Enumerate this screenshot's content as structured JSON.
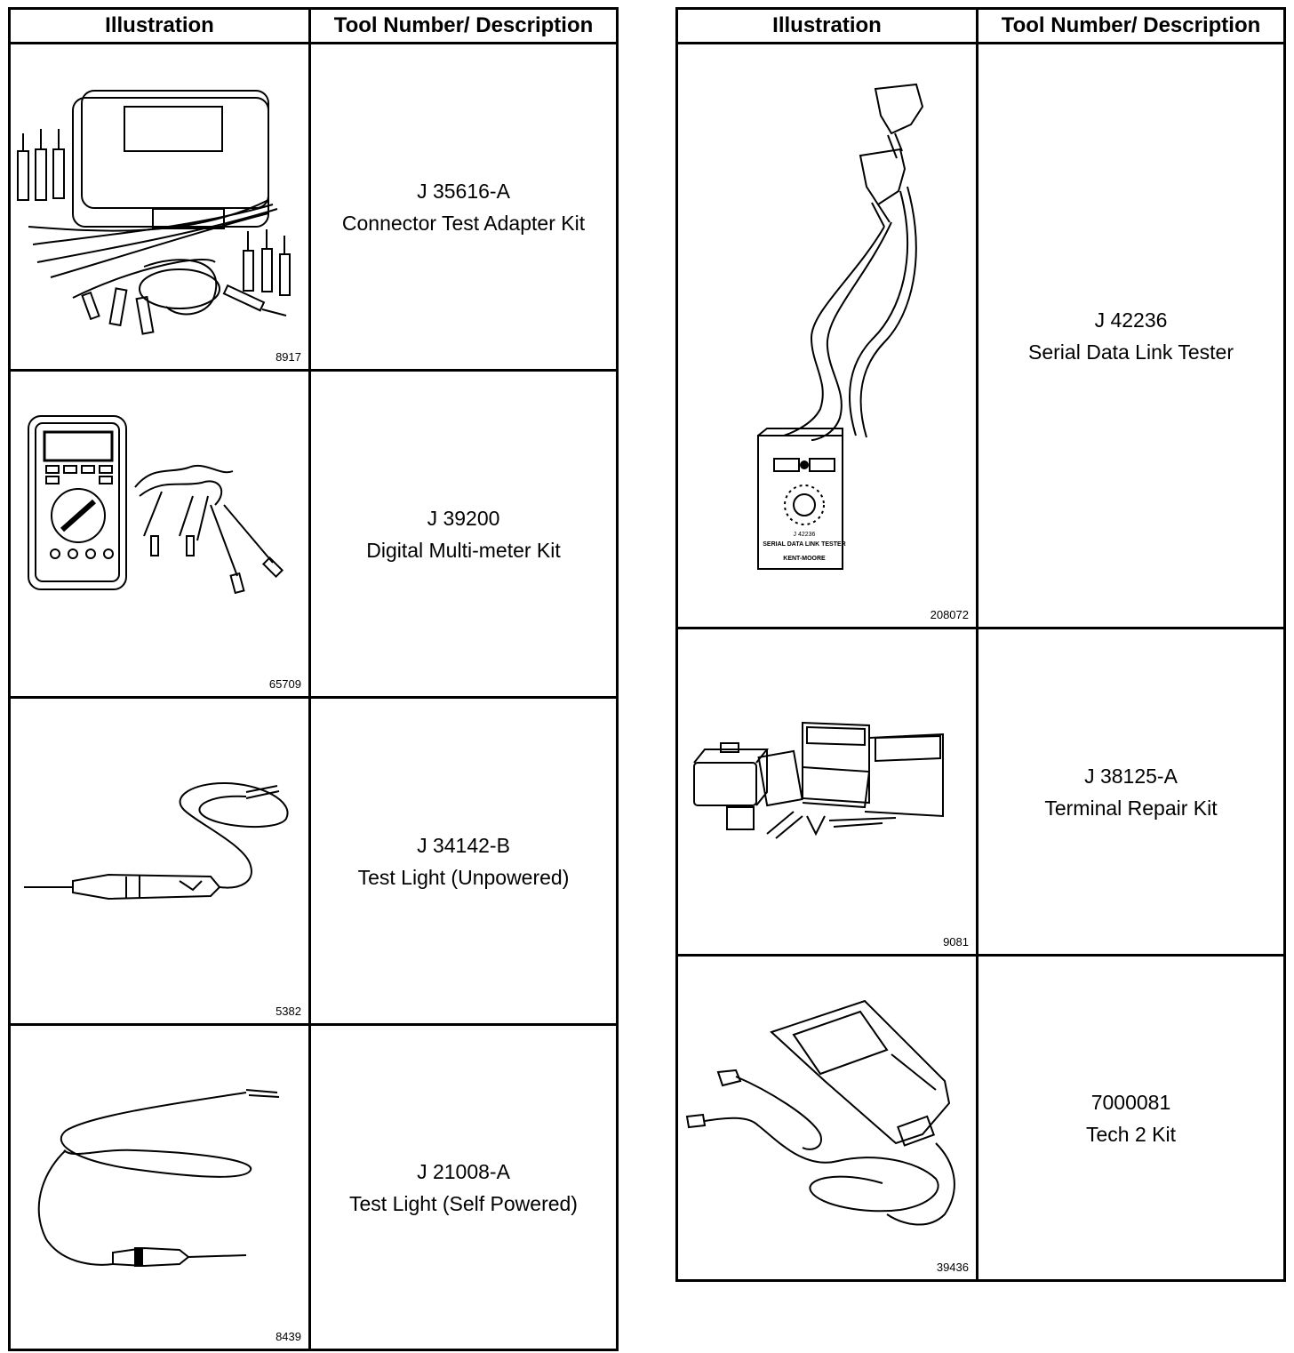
{
  "left_table": {
    "header_illustration": "Illustration",
    "header_description": "Tool Number/ Description",
    "rows": [
      {
        "figure": "8917",
        "icon": "connector-test-adapter-kit-drawing",
        "tool_number": "J 35616-A",
        "description": "Connector Test Adapter Kit"
      },
      {
        "figure": "65709",
        "icon": "digital-multimeter-drawing",
        "tool_number": "J 39200",
        "description": "Digital Multi-meter Kit"
      },
      {
        "figure": "5382",
        "icon": "test-light-unpowered-drawing",
        "tool_number": "J 34142-B",
        "description": "Test Light (Unpowered)"
      },
      {
        "figure": "8439",
        "icon": "test-light-self-powered-drawing",
        "tool_number": "J 21008-A",
        "description": "Test Light (Self Powered)"
      }
    ]
  },
  "right_table": {
    "header_illustration": "Illustration",
    "header_description": "Tool Number/ Description",
    "rows": [
      {
        "figure": "208072",
        "icon": "serial-data-link-tester-drawing",
        "tool_number": "J 42236",
        "description": "Serial Data Link Tester",
        "device_label": "J 42236",
        "device_text": "SERIAL DATA LINK TESTER",
        "device_brand": "KENT-MOORE"
      },
      {
        "figure": "9081",
        "icon": "terminal-repair-kit-drawing",
        "tool_number": "J 38125-A",
        "description": "Terminal Repair Kit"
      },
      {
        "figure": "39436",
        "icon": "tech-2-kit-drawing",
        "tool_number": "7000081",
        "description": "Tech 2 Kit"
      }
    ]
  }
}
